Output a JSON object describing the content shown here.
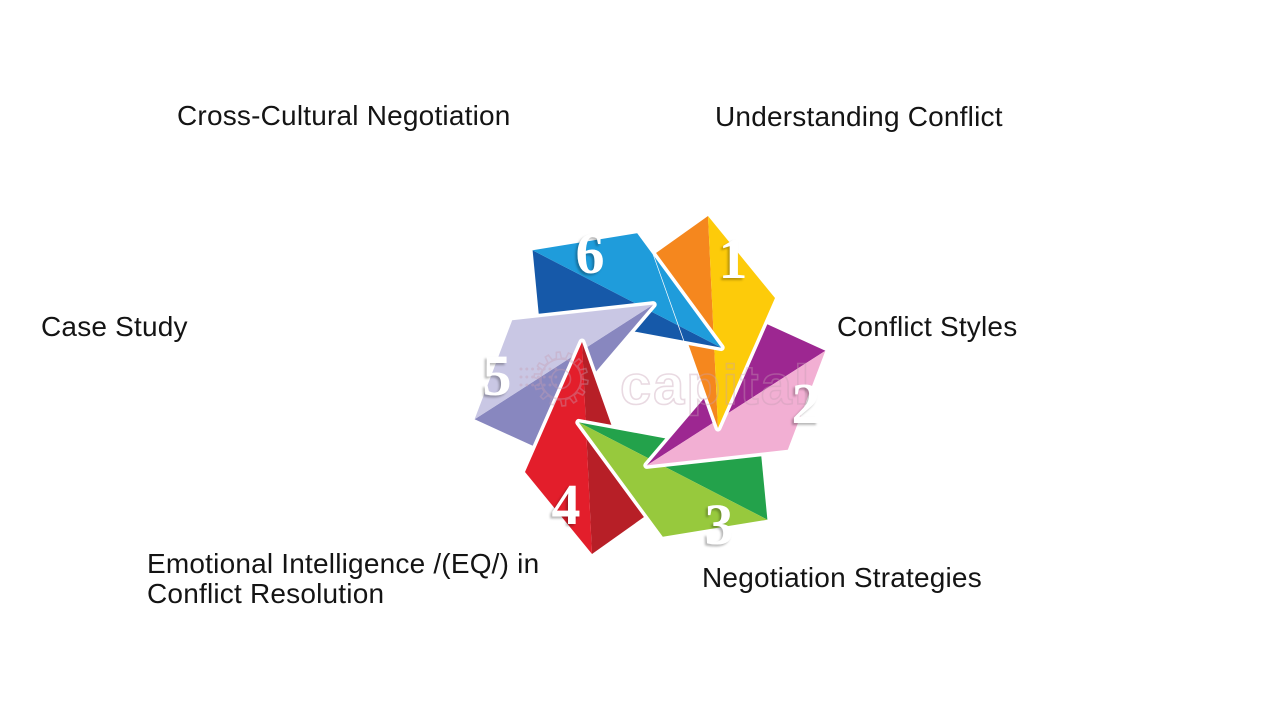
{
  "page": {
    "background": "#FFFFFF",
    "label_color": "#141414"
  },
  "diagram": {
    "type": "pinwheel-infographic-6-segments",
    "number_text_color": "#FFFFFF",
    "segments": [
      {
        "number": "1",
        "label": "Understanding Conflict",
        "color_dark": "#F5871E",
        "color_light": "#FDCB0A"
      },
      {
        "number": "2",
        "label": "Conflict Styles",
        "color_dark": "#9D2791",
        "color_light": "#F2AFD3"
      },
      {
        "number": "3",
        "label": "Negotiation Strategies",
        "color_dark": "#23A24B",
        "color_light": "#97C93D"
      },
      {
        "number": "4",
        "label": "Emotional Intelligence /(EQ/) in Conflict Resolution",
        "color_dark": "#B71F27",
        "color_light": "#E31E2B"
      },
      {
        "number": "5",
        "label": "Case Study",
        "color_dark": "#8887BF",
        "color_light": "#C9C7E4"
      },
      {
        "number": "6",
        "label": "Cross-Cultural Negotiation",
        "color_dark": "#1659A9",
        "color_light": "#1F9CDB"
      }
    ]
  },
  "watermark": {
    "icon": "gear",
    "text": "capital",
    "color": "#C79FB4"
  }
}
